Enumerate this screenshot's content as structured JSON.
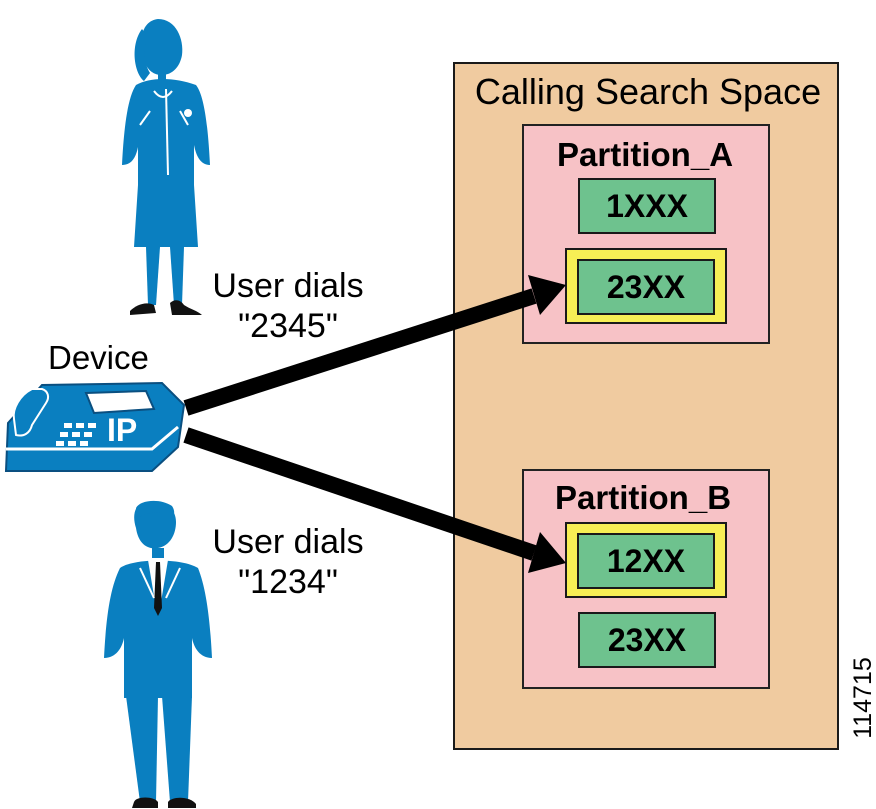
{
  "colors": {
    "figure_blue": "#0a7fc0",
    "css_background": "#f0cba0",
    "partition_background": "#f7c2c6",
    "pattern_green": "#6ec28e",
    "highlight_yellow": "#f7ef55"
  },
  "labels": {
    "device": "Device",
    "phone_badge": "IP",
    "top_dial_line1": "User dials",
    "top_dial_line2": "\"2345\"",
    "bottom_dial_line1": "User dials",
    "bottom_dial_line2": "\"1234\"",
    "figure_id": "114715"
  },
  "calling_search_space": {
    "title": "Calling Search Space",
    "partitions": [
      {
        "name": "Partition_A",
        "patterns": [
          "1XXX",
          "23XX"
        ],
        "matched_pattern": "23XX"
      },
      {
        "name": "Partition_B",
        "patterns": [
          "12XX",
          "23XX"
        ],
        "matched_pattern": "12XX"
      }
    ]
  },
  "icons": [
    "woman-figure-icon",
    "man-figure-icon",
    "ip-phone-icon"
  ]
}
